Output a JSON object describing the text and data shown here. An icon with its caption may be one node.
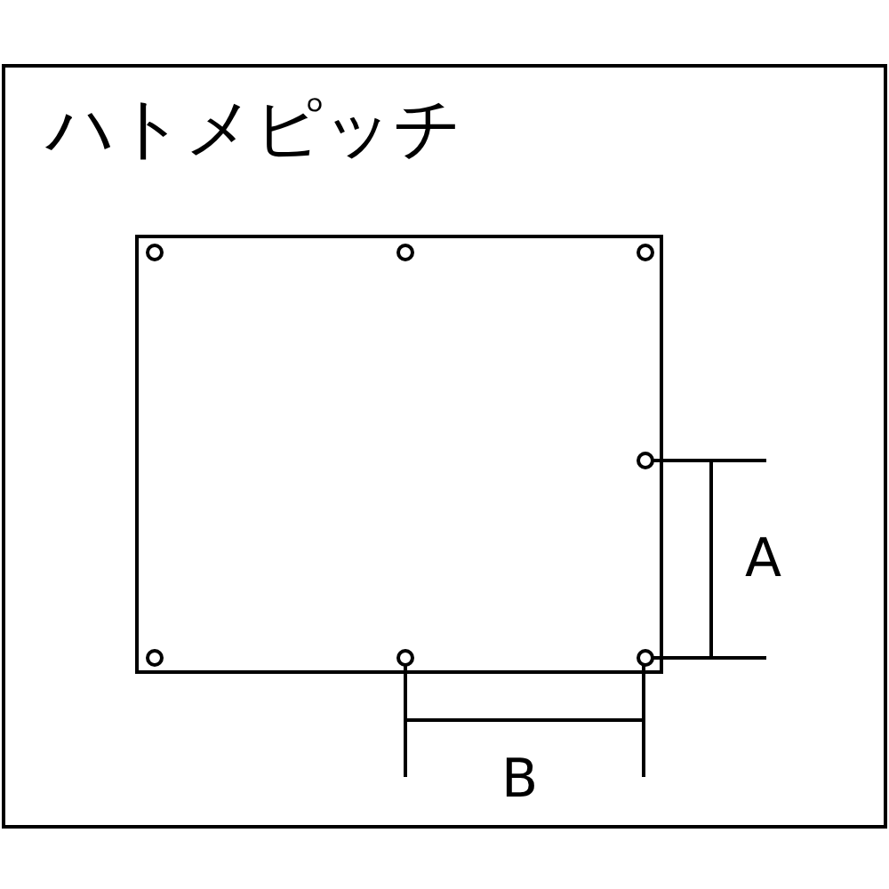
{
  "diagram": {
    "title": "ハトメピッチ",
    "labels": [
      "A",
      "B"
    ]
  }
}
